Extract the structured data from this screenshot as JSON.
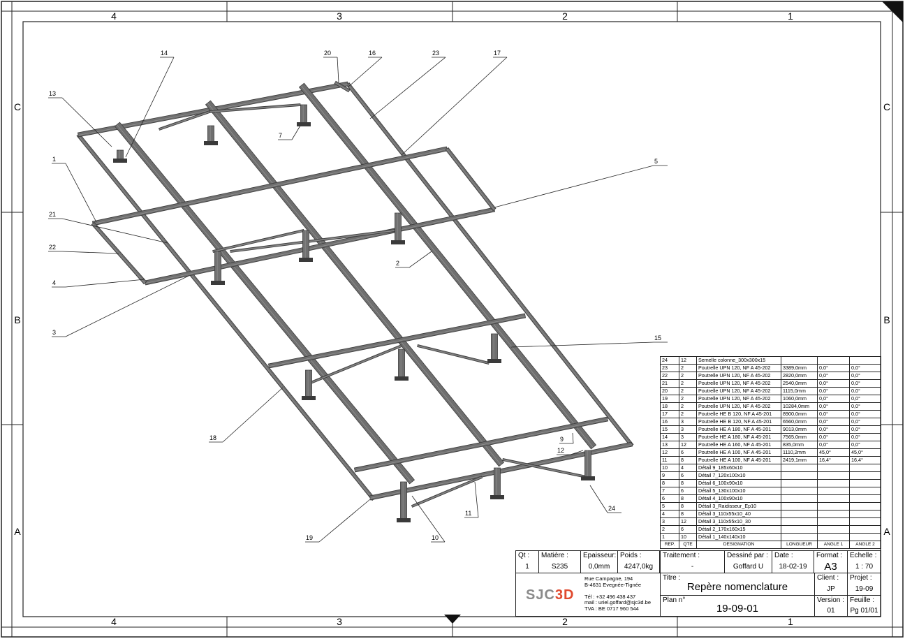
{
  "frame": {
    "zones_top": [
      "4",
      "3",
      "2",
      "1"
    ],
    "zones_bottom": [
      "4",
      "3",
      "2",
      "1"
    ],
    "zones_left": [
      "C",
      "B",
      "A"
    ],
    "zones_right": [
      "C",
      "B",
      "A"
    ]
  },
  "callouts": [
    "14",
    "20",
    "16",
    "23",
    "17",
    "13",
    "7",
    "5",
    "1",
    "21",
    "22",
    "2",
    "4",
    "3",
    "15",
    "18",
    "9",
    "12",
    "11",
    "24",
    "10",
    "19"
  ],
  "bom": {
    "rows": [
      [
        "24",
        "12",
        "Semelle colonne_300x300x15",
        "",
        "",
        ""
      ],
      [
        "23",
        "2",
        "Poutrelle UPN 120, NF A 45-202",
        "3389,0mm",
        "0,0°",
        "0,0°"
      ],
      [
        "22",
        "2",
        "Poutrelle UPN 120, NF A 45-202",
        "2820,0mm",
        "0,0°",
        "0,0°"
      ],
      [
        "21",
        "2",
        "Poutrelle UPN 120, NF A 45-202",
        "2540,0mm",
        "0,0°",
        "0,0°"
      ],
      [
        "20",
        "2",
        "Poutrelle UPN 120, NF A 45-202",
        "1115,0mm",
        "0,0°",
        "0,0°"
      ],
      [
        "19",
        "2",
        "Poutrelle UPN 120, NF A 45-202",
        "1060,0mm",
        "0,0°",
        "0,0°"
      ],
      [
        "18",
        "2",
        "Poutrelle UPN 120, NF A 45-202",
        "10284,0mm",
        "0,0°",
        "0,0°"
      ],
      [
        "17",
        "2",
        "Poutrelle HE B 120, NF A 45-201",
        "8900,0mm",
        "0,0°",
        "0,0°"
      ],
      [
        "16",
        "3",
        "Poutrelle HE B 120, NF A 45-201",
        "6560,0mm",
        "0,0°",
        "0,0°"
      ],
      [
        "15",
        "3",
        "Poutrelle HE A 180, NF A 45-201",
        "9013,0mm",
        "0,0°",
        "0,0°"
      ],
      [
        "14",
        "3",
        "Poutrelle HE A 180, NF A 45-201",
        "7565,0mm",
        "0,0°",
        "0,0°"
      ],
      [
        "13",
        "12",
        "Poutrelle HE A 160, NF A 45-201",
        "835,0mm",
        "0,0°",
        "0,0°"
      ],
      [
        "12",
        "6",
        "Poutrelle HE A 100, NF A 45-201",
        "1110,2mm",
        "45,0°",
        "45,0°"
      ],
      [
        "11",
        "8",
        "Poutrelle HE A 100, NF A 45-201",
        "2419,1mm",
        "16,4°",
        "16,4°"
      ],
      [
        "10",
        "4",
        "Détail 9_185x60x10",
        "",
        "",
        ""
      ],
      [
        "9",
        "6",
        "Détail 7_120x100x10",
        "",
        "",
        ""
      ],
      [
        "8",
        "8",
        "Détail 6_100x90x10",
        "",
        "",
        ""
      ],
      [
        "7",
        "6",
        "Détail 5_130x100x10",
        "",
        "",
        ""
      ],
      [
        "6",
        "8",
        "Détail 4_100x90x10",
        "",
        "",
        ""
      ],
      [
        "5",
        "8",
        "Détail 3_Raidisseur_Ep10",
        "",
        "",
        ""
      ],
      [
        "4",
        "8",
        "Détail 3_110x55x10_40",
        "",
        "",
        ""
      ],
      [
        "3",
        "12",
        "Détail 3_110x55x10_30",
        "",
        "",
        ""
      ],
      [
        "2",
        "6",
        "Détail 2_170x160x15",
        "",
        "",
        ""
      ],
      [
        "1",
        "10",
        "Détail 1_140x140x10",
        "",
        "",
        ""
      ]
    ],
    "header": [
      "REP.",
      "QTE",
      "DESIGNATION",
      "LONGUEUR",
      "ANGLE 1",
      "ANGLE 2"
    ]
  },
  "title_block": {
    "qt_label": "Qt :",
    "qt_value": "1",
    "matiere_label": "Matière :",
    "matiere_value": "S235",
    "epaisseur_label": "Epaisseur:",
    "epaisseur_value": "0,0mm",
    "poids_label": "Poids :",
    "poids_value": "4247,0kg",
    "traitement_label": "Traitement :",
    "traitement_value": "-",
    "dessine_label": "Dessiné par :",
    "dessine_value": "Goffard U",
    "date_label": "Date :",
    "date_value": "18-02-19",
    "format_label": "Format :",
    "format_value": "A3",
    "echelle_label": "Echelle :",
    "echelle_value": "1 : 70",
    "logo_text": "SJC",
    "logo_accent": "3D",
    "address": "Rue Campagne, 194\nB-4631 Evegnée-Tignée\n\nTél : +32 496 438 437\nmail : uriel.goffard@sjc3d.be\nTVA : BE 0717 960 544",
    "titre_label": "Titre :",
    "titre_value": "Repère nomenclature",
    "client_label": "Client :",
    "client_value": "JP",
    "projet_label": "Projet :",
    "projet_value": "19-09",
    "plan_label": "Plan n°",
    "plan_value": "19-09-01",
    "version_label": "Version :",
    "version_value": "01",
    "feuille_label": "Feuille :",
    "feuille_value": "Pg  01/01"
  },
  "colors": {
    "steel": "#6f6f6f",
    "steel_dark": "#3a3a3a",
    "line": "#222222",
    "logo_grey": "#8a8a8a",
    "logo_red": "#e04a2f"
  }
}
